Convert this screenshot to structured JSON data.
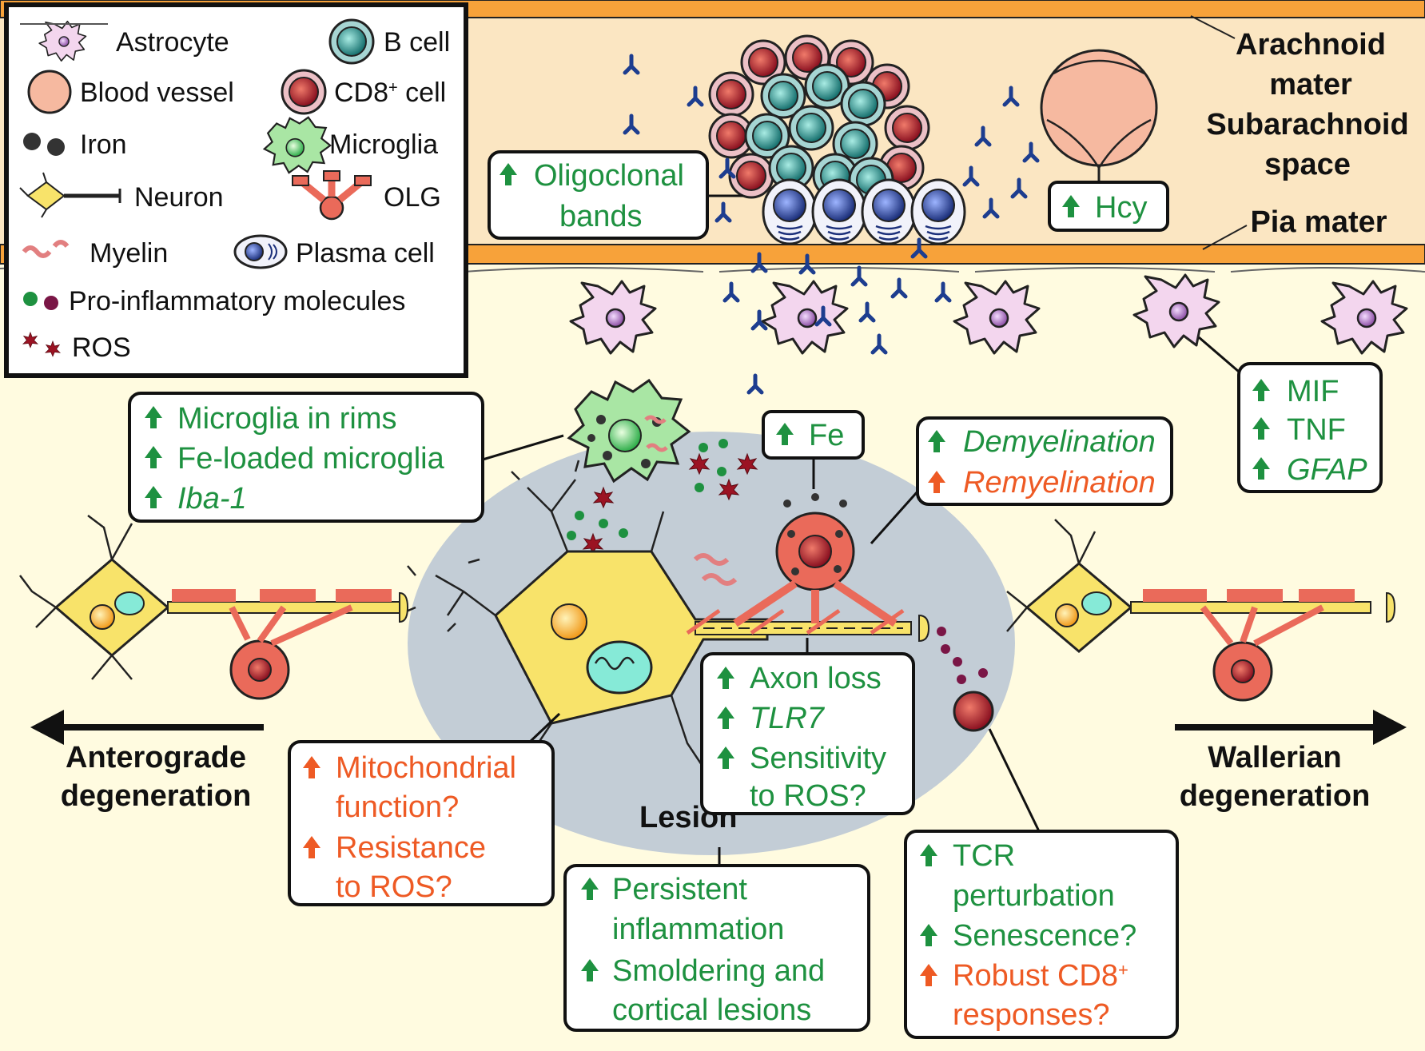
{
  "colors": {
    "up_green": "#1e9140",
    "up_orange": "#ee5a24",
    "green_text": "#1e9140",
    "orange_text": "#ee5a24",
    "meninges_bg": "#fbe6c2",
    "parenchyma_bg": "#fffbe0",
    "pia_band": "#f7a23a",
    "lesion": "#c3cdd6",
    "antibody": "#1d3d8f"
  },
  "legend": {
    "astrocyte": "Astrocyte",
    "b_cell": "B cell",
    "blood_vessel": "Blood vessel",
    "cd8_prefix": "CD8",
    "cd8_sup": "+",
    "cd8_suffix": " cell",
    "iron": "Iron",
    "microglia": "Microglia",
    "neuron": "Neuron",
    "olg": "OLG",
    "myelin": "Myelin",
    "plasma_cell": "Plasma cell",
    "pro_inflammatory": "Pro-inflammatory molecules",
    "ros": "ROS"
  },
  "regions": {
    "arachnoid_1": "Arachnoid",
    "arachnoid_2": "mater",
    "subarachnoid_1": "Subarachnoid",
    "subarachnoid_2": "space",
    "pia": "Pia mater",
    "lesion": "Lesion",
    "anterograde_1": "Anterograde",
    "anterograde_2": "degeneration",
    "wallerian_1": "Wallerian",
    "wallerian_2": "degeneration"
  },
  "boxes": {
    "oligoclonal": {
      "line1": "Oligoclonal",
      "line2": "bands"
    },
    "hcy": "Hcy",
    "astro": {
      "mif": "MIF",
      "tnf": "TNF",
      "gfap": "GFAP"
    },
    "microglia": {
      "rims": "Microglia in rims",
      "fe_loaded": "Fe-loaded microglia",
      "iba1": "Iba-1"
    },
    "fe": "Fe",
    "myelin": {
      "demyelination": "Demyelination",
      "remyelination": "Remyelination"
    },
    "neuron": {
      "l1": "Mitochondrial",
      "l2": "function?",
      "l3": "Resistance",
      "l4": "to ROS?"
    },
    "axon": {
      "l1": "Axon loss",
      "l2": "TLR7",
      "l3": "Sensitivity",
      "l4": "to ROS?"
    },
    "lesion_box": {
      "l1": "Persistent",
      "l2": "inflammation",
      "l3": "Smoldering and",
      "l4": "cortical lesions"
    },
    "tcell": {
      "l1": "TCR",
      "l2": "perturbation",
      "l3": "Senescence?",
      "l4_prefix": "Robust CD8",
      "l4_sup": "+",
      "l5": "responses?"
    }
  }
}
